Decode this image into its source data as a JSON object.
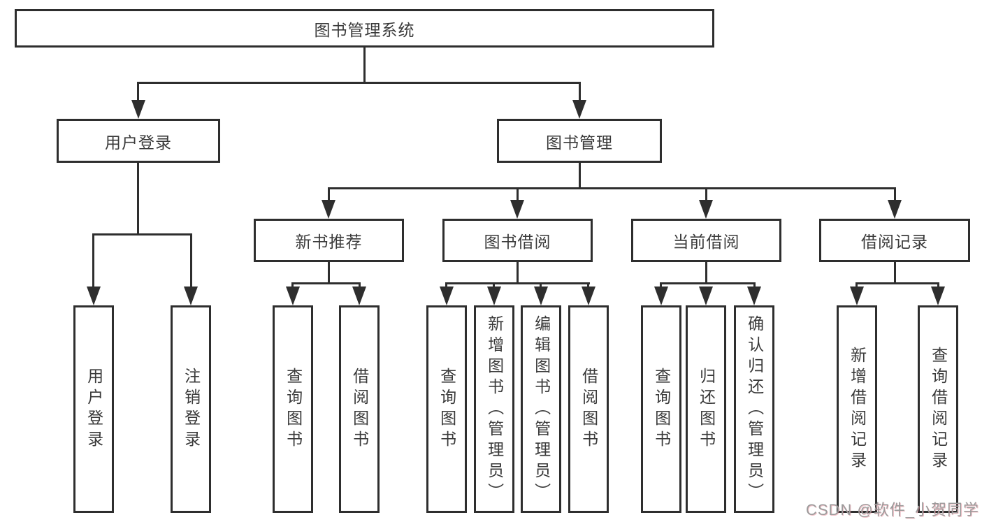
{
  "tree": {
    "label": "图书管理系统",
    "children": [
      {
        "label": "用户登录",
        "children": [
          {
            "label": "用户登录"
          },
          {
            "label": "注销登录"
          }
        ]
      },
      {
        "label": "图书管理",
        "children": [
          {
            "label": "新书推荐",
            "children": [
              {
                "label": "查询图书"
              },
              {
                "label": "借阅图书"
              }
            ]
          },
          {
            "label": "图书借阅",
            "children": [
              {
                "label": "查询图书"
              },
              {
                "label": "新增图书（管理员）"
              },
              {
                "label": "编辑图书（管理员）"
              },
              {
                "label": "借阅图书"
              }
            ]
          },
          {
            "label": "当前借阅",
            "children": [
              {
                "label": "查询图书"
              },
              {
                "label": "归还图书"
              },
              {
                "label": "确认归还（管理员）"
              }
            ]
          },
          {
            "label": "借阅记录",
            "children": [
              {
                "label": "新增借阅记录"
              },
              {
                "label": "查询借阅记录"
              }
            ]
          }
        ]
      }
    ]
  },
  "watermark": {
    "text": "CSDN @软件_小贺同学"
  },
  "colors": {
    "line": "#2e2e2e",
    "text": "#3a3a3a",
    "background": "#ffffff",
    "watermark": "#9b9b9b"
  }
}
